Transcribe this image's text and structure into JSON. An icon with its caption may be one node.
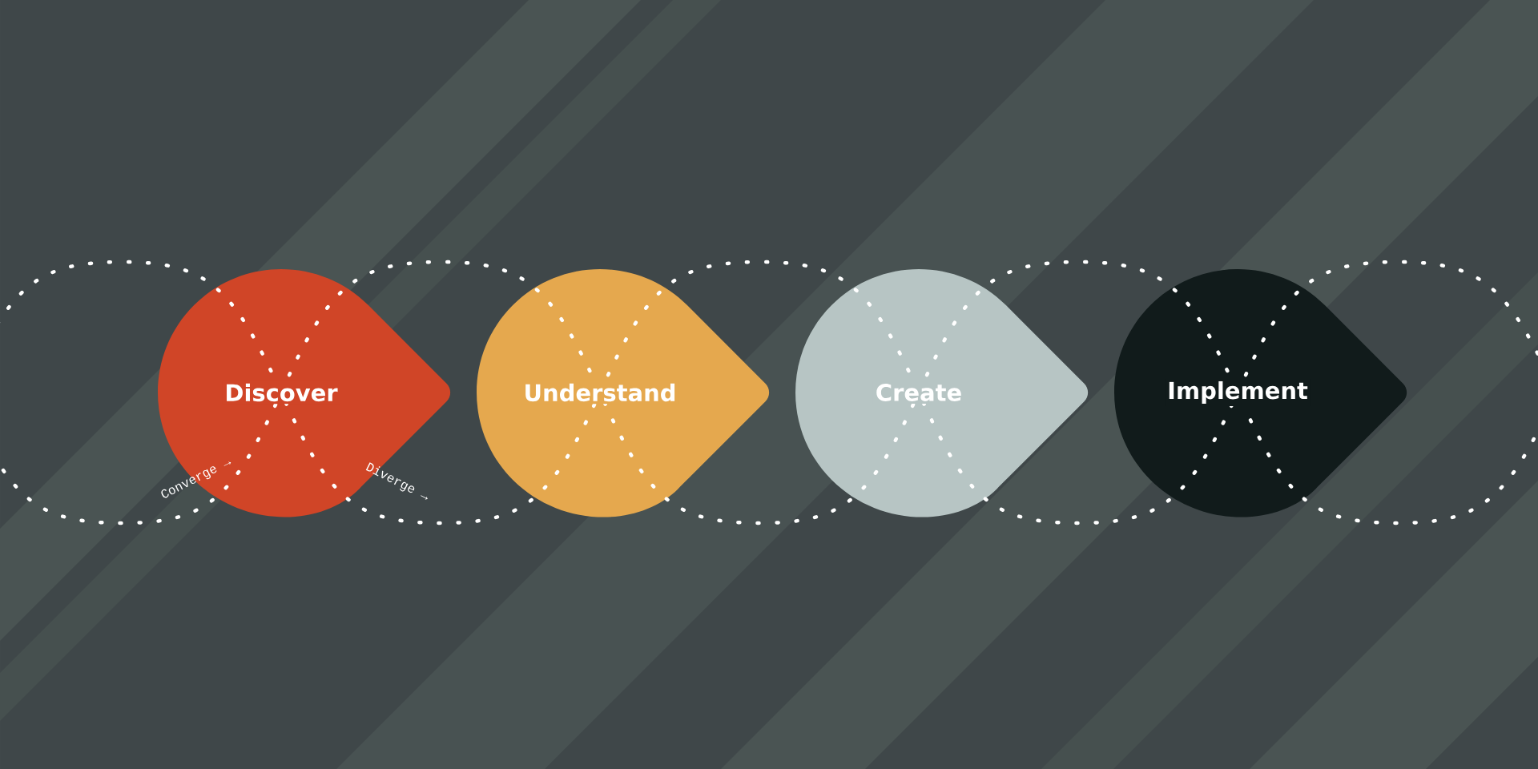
{
  "diagram": {
    "nodes": [
      {
        "text": [
          "Discover"
        ]
      },
      {
        "text": [
          "Understand"
        ]
      },
      {
        "text": [
          "Create"
        ]
      },
      {
        "text": [
          "Implement"
        ]
      }
    ],
    "labels": [
      "Converge →",
      "Diverge →"
    ]
  }
}
